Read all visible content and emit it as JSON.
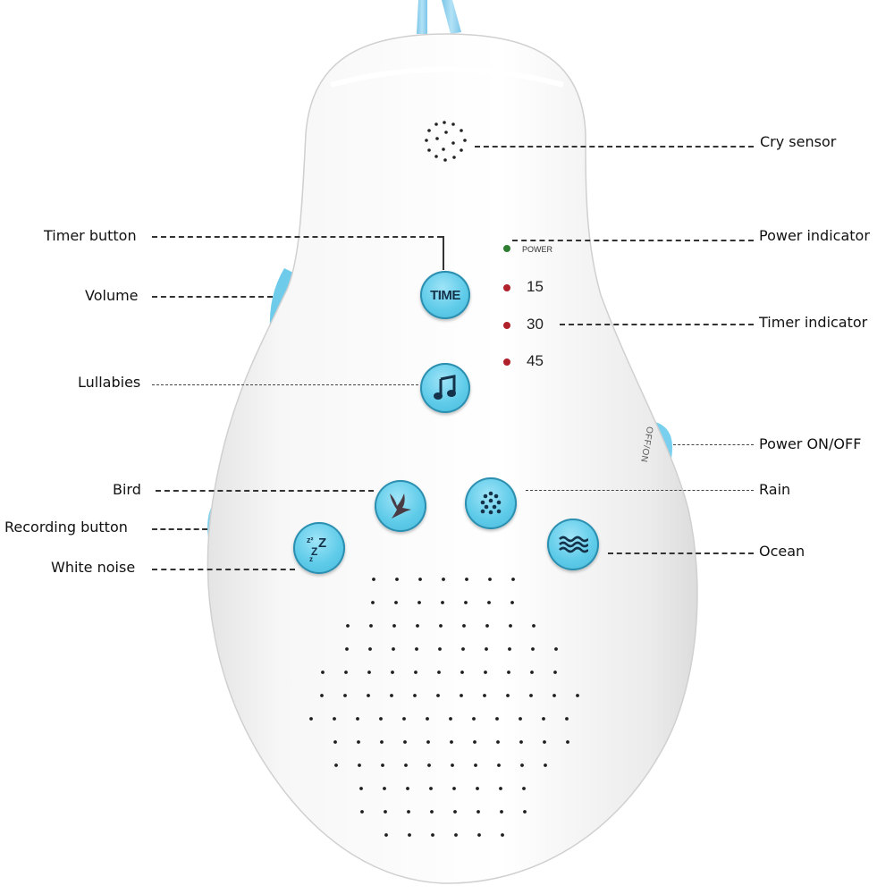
{
  "diagram": {
    "subject": "White noise sound machine with cry sensor",
    "callouts_left": [
      {
        "id": "timer-button",
        "label": "Timer button"
      },
      {
        "id": "volume",
        "label": "Volume"
      },
      {
        "id": "lullabies",
        "label": "Lullabies"
      },
      {
        "id": "bird",
        "label": "Bird"
      },
      {
        "id": "recording-button",
        "label": "Recording button"
      },
      {
        "id": "white-noise",
        "label": "White noise"
      }
    ],
    "callouts_right": [
      {
        "id": "cry-sensor",
        "label": "Cry sensor"
      },
      {
        "id": "power-indicator",
        "label": "Power indicator"
      },
      {
        "id": "timer-indicator",
        "label": "Timer indicator"
      },
      {
        "id": "power-on-off",
        "label": "Power ON/OFF"
      },
      {
        "id": "rain",
        "label": "Rain"
      },
      {
        "id": "ocean",
        "label": "Ocean"
      }
    ]
  },
  "device": {
    "buttons": {
      "time": {
        "text": "TIME"
      },
      "lullabies": {
        "icon": "music-note-icon"
      },
      "bird": {
        "icon": "bird-icon"
      },
      "rain": {
        "icon": "raindrops-icon"
      },
      "white_noise": {
        "icon": "zzz-icon"
      },
      "ocean": {
        "icon": "waves-icon"
      }
    },
    "indicators": {
      "power_label": "POWER",
      "timer_values": [
        "15",
        "30",
        "45"
      ]
    },
    "side_switch_text": "OFF/ON",
    "colors": {
      "button_blue": "#5ecbe9",
      "button_ring": "#2d8fb0",
      "icon_dark": "#14324a",
      "power_led": "#2e7d32",
      "timer_led": "#b0212b",
      "body_white": "#f4f4f4",
      "lanyard": "#8fd0ee"
    }
  }
}
